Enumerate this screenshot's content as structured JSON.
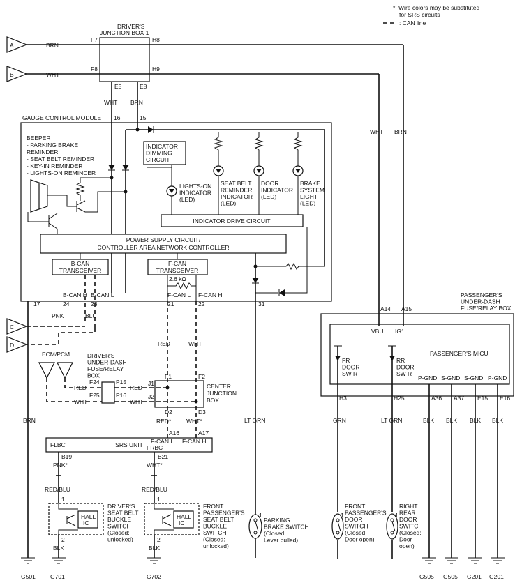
{
  "notes": {
    "star": "*: Wire colors may be substituted",
    "star2": "for SRS circuits",
    "can_line": ": CAN line"
  },
  "connectors": {
    "a": "A",
    "b": "B",
    "c": "C",
    "d": "D"
  },
  "jb1": {
    "title1": "DRIVER'S",
    "title2": "JUNCTION BOX 1",
    "f7": "F7",
    "f8": "F8",
    "h8": "H8",
    "h9": "H9",
    "e5": "E5",
    "e8": "E8"
  },
  "wires": {
    "brn": "BRN",
    "wht": "WHT",
    "pnk": "PNK",
    "blu": "BLU",
    "red": "RED",
    "ltgrn": "LT GRN",
    "grn": "GRN",
    "blk": "BLK",
    "red_star": "RED*",
    "wht_star": "WHT*",
    "pnk_star": "PNK*",
    "redblu": "RED/BLU"
  },
  "gcm": {
    "title": "GAUGE CONTROL MODULE",
    "pin16": "16",
    "pin15": "15",
    "pin17": "17",
    "pin24": "24",
    "pin23": "23",
    "pin21": "21",
    "pin22": "22",
    "pin31": "31",
    "beeper": [
      "BEEPER",
      "- PARKING BRAKE",
      "  REMINDER",
      "- SEAT BELT REMINDER",
      "- KEY-IN REMINDER",
      "- LIGHTS-ON REMINDER"
    ],
    "dimming": [
      "INDICATOR",
      "DIMMING",
      "CIRCUIT"
    ],
    "lights_on": [
      "LIGHTS-ON",
      "INDICATOR",
      "(LED)"
    ],
    "seat_belt": [
      "SEAT BELT",
      "REMINDER",
      "INDICATOR",
      "(LED)"
    ],
    "door": [
      "DOOR",
      "INDICATOR",
      "(LED)"
    ],
    "brake": [
      "BRAKE",
      "SYSTEM",
      "LIGHT",
      "(LED)"
    ],
    "drive_circuit": "INDICATOR DRIVE CIRCUIT",
    "power1": "POWER SUPPLY CIRCUIT/",
    "power2": "CONTROLLER AREA NETWORK CONTROLLER",
    "bcan": [
      "B-CAN",
      "TRANSCEIVER"
    ],
    "fcan": [
      "F-CAN",
      "TRANSCEIVER"
    ],
    "resistor": "2.6 kΩ",
    "bcanh": "B-CAN H",
    "bcanl": "B-CAN L",
    "fcanl": "F-CAN L",
    "fcanh": "F-CAN H"
  },
  "pudb": {
    "title": [
      "PASSENGER'S",
      "UNDER-DASH",
      "FUSE/RELAY BOX"
    ],
    "a14": "A14",
    "a15": "A15",
    "vbu": "VBU",
    "ig1": "IG1",
    "micu": "PASSENGER'S MICU",
    "fr": [
      "FR",
      "DOOR",
      "SW R"
    ],
    "rr": [
      "RR",
      "DOOR",
      "SW R"
    ],
    "pgnd": "P-GND",
    "sgnd": "S-GND",
    "h3": "H3",
    "h25": "H25",
    "a36": "A36",
    "a37": "A37",
    "e15": "E15",
    "e16": "E16"
  },
  "ecm": "ECM/PCM",
  "dudb": {
    "title": [
      "DRIVER'S",
      "UNDER-DASH",
      "FUSE/RELAY",
      "BOX"
    ],
    "f24": "F24",
    "f25": "F25",
    "p15": "P15",
    "p16": "P16"
  },
  "cjb": {
    "title": [
      "CENTER",
      "JUNCTION",
      "BOX"
    ],
    "j1": "J1",
    "j2": "J2",
    "f1": "F1",
    "f2": "F2",
    "d2": "D2",
    "d3": "D3"
  },
  "srs": {
    "title": "SRS UNIT",
    "flbc": "FLBC",
    "frbc": "FRBC",
    "fcanl": "F-CAN L",
    "fcanh": "F-CAN H",
    "a16": "A16",
    "a17": "A17",
    "b19": "B19",
    "b21": "B21"
  },
  "switches": {
    "pin1": "1",
    "pin2": "2",
    "hall": [
      "HALL",
      "IC"
    ],
    "driver_buckle": [
      "DRIVER'S",
      "SEAT BELT",
      "BUCKLE",
      "SWITCH",
      "(Closed:",
      "unlocked)"
    ],
    "front_buckle": [
      "FRONT",
      "PASSENGER'S",
      "SEAT BELT",
      "BUCKLE",
      "SWITCH",
      "(Closed:",
      "unlocked)"
    ],
    "parking": [
      "PARKING",
      "BRAKE SWITCH",
      "(Closed:",
      "Lever pulled)"
    ],
    "front_door": [
      "FRONT",
      "PASSENGER'S",
      "DOOR",
      "SWITCH",
      "(Closed:",
      "Door open)"
    ],
    "rear_door": [
      "RIGHT",
      "REAR",
      "DOOR",
      "SWITCH",
      "(Closed:",
      "Door",
      "open)"
    ]
  },
  "grounds": [
    "G501",
    "G701",
    "G702",
    "G505",
    "G505",
    "G201",
    "G201"
  ]
}
